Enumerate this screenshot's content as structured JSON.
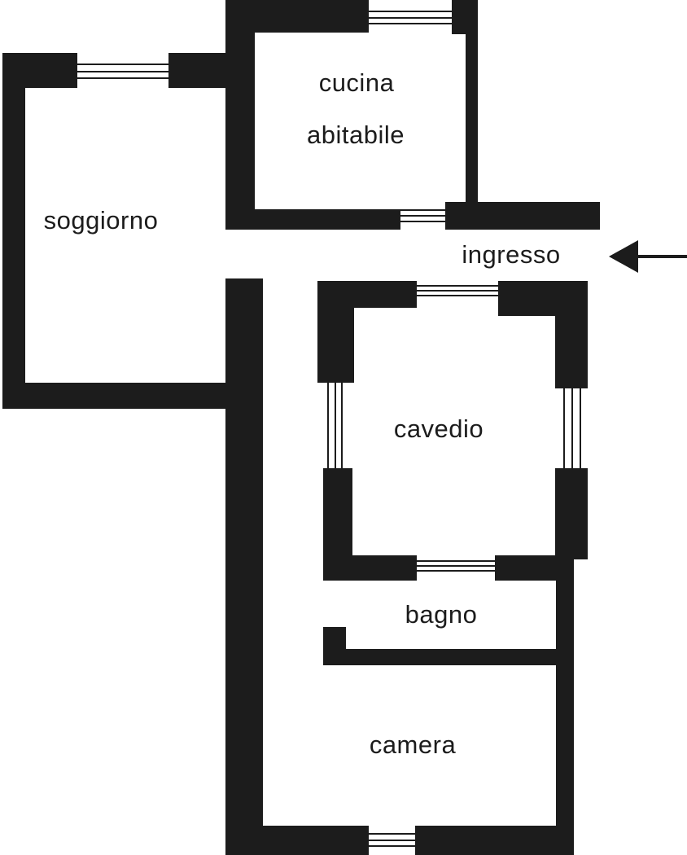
{
  "diagram_type": "apartment-floor-plan",
  "language": "italian",
  "colors": {
    "wall": "#1c1c1c",
    "background": "#ffffff",
    "text": "#1c1c1c"
  },
  "rooms": [
    {
      "id": "cucina-abitabile",
      "label_line1": "cucina",
      "label_line2": "abitabile"
    },
    {
      "id": "soggiorno",
      "label": "soggiorno"
    },
    {
      "id": "ingresso",
      "label": "ingresso"
    },
    {
      "id": "cavedio",
      "label": "cavedio"
    },
    {
      "id": "bagno",
      "label": "bagno"
    },
    {
      "id": "camera",
      "label": "camera"
    }
  ],
  "entrance_arrow": {
    "points_to": "ingresso",
    "direction": "left"
  },
  "window_symbol_count": 8
}
